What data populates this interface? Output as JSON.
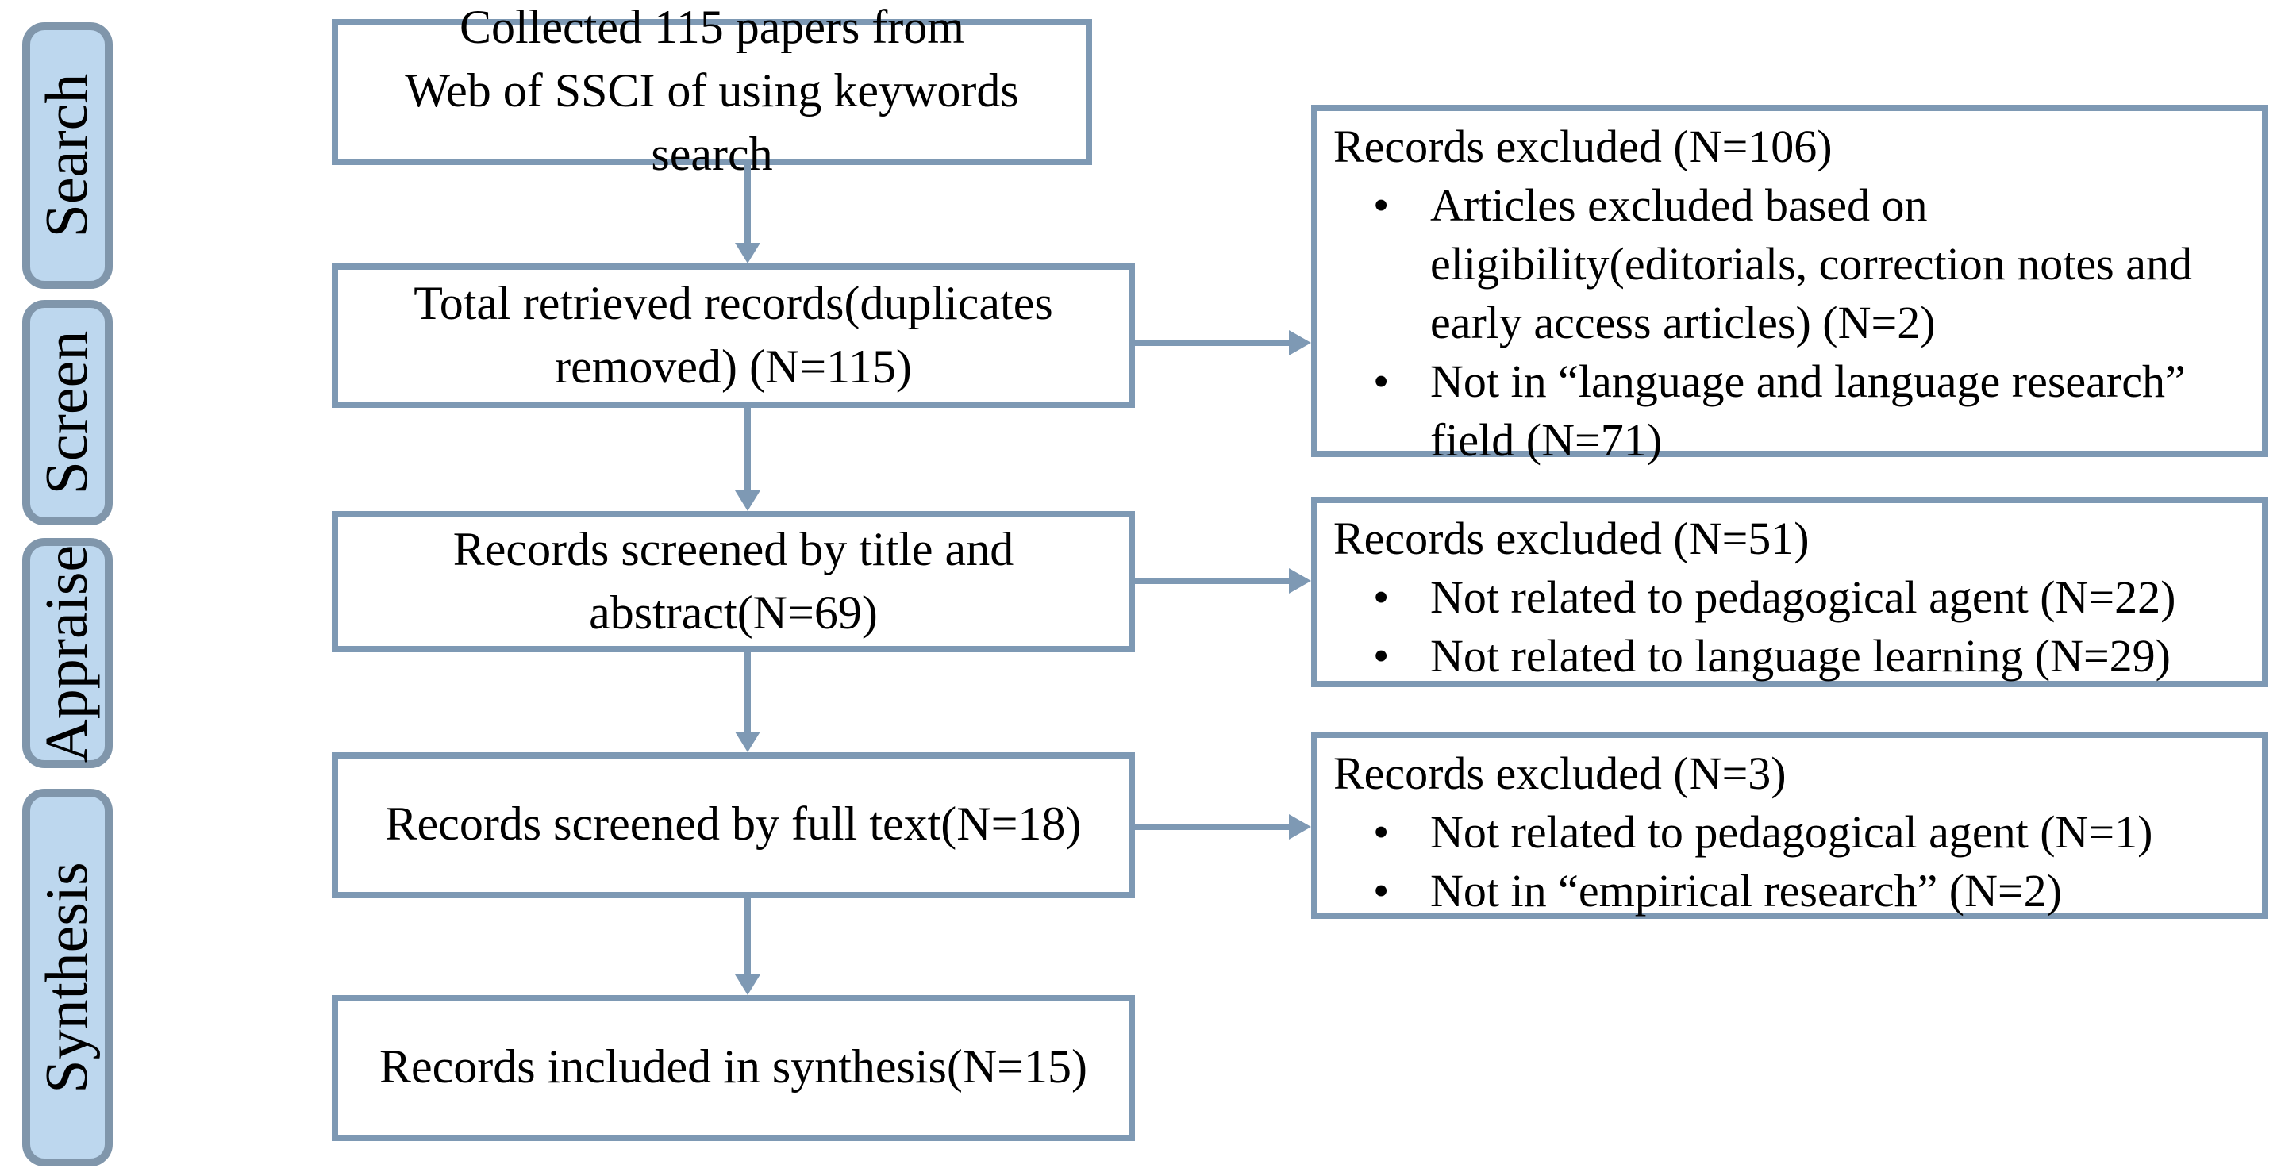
{
  "palette": {
    "box_border": "#7E99B4",
    "arrow": "#7E99B4",
    "sidebar_fill": "#BDD7EE",
    "sidebar_border": "#8096AB",
    "text": "#000000"
  },
  "bullet_char": "•",
  "sidebar": {
    "items": [
      {
        "label": "Search"
      },
      {
        "label": "Screen"
      },
      {
        "label": "Appraise"
      },
      {
        "label": "Synthesis"
      }
    ]
  },
  "flow": {
    "boxes": [
      {
        "id": "collected",
        "lines": [
          "Collected 115 papers from",
          "Web of SSCI of using keywords search"
        ]
      },
      {
        "id": "retrieved",
        "lines": [
          "Total retrieved records(duplicates",
          "removed) (N=115)"
        ]
      },
      {
        "id": "screened-title-abstract",
        "lines": [
          "Records screened by title and",
          "abstract(N=69)"
        ]
      },
      {
        "id": "screened-full-text",
        "lines": [
          "Records screened by full text(N=18)"
        ]
      },
      {
        "id": "included-synthesis",
        "lines": [
          "Records included in synthesis(N=15)"
        ]
      }
    ]
  },
  "exclusions": {
    "boxes": [
      {
        "title": "Records excluded (N=106)",
        "bullets": [
          {
            "lines": [
              "Articles excluded based on",
              "eligibility(editorials, correction notes and",
              "early access articles) (N=2)"
            ]
          },
          {
            "lines": [
              "Not in “language and language research”",
              "field (N=71)"
            ]
          }
        ]
      },
      {
        "title": "Records excluded (N=51)",
        "bullets": [
          {
            "lines": [
              "Not related to pedagogical agent (N=22)"
            ]
          },
          {
            "lines": [
              "Not related to language learning (N=29)"
            ]
          }
        ]
      },
      {
        "title": "Records excluded (N=3)",
        "bullets": [
          {
            "lines": [
              "Not related to pedagogical agent (N=1)"
            ]
          },
          {
            "lines": [
              "Not in “empirical research” (N=2)"
            ]
          }
        ]
      }
    ]
  }
}
